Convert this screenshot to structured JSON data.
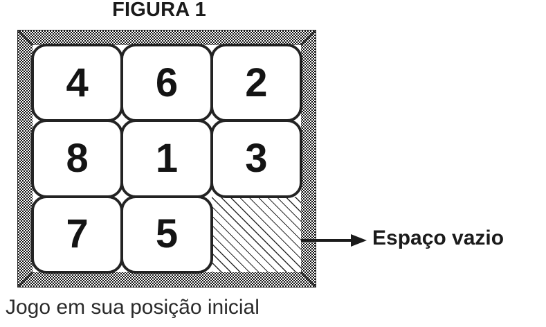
{
  "figure": {
    "title": "FIGURA 1",
    "caption": "Jogo em sua posição inicial"
  },
  "puzzle": {
    "rows": 3,
    "columns": 3,
    "tiles": [
      {
        "label": "4",
        "empty": false
      },
      {
        "label": "6",
        "empty": false
      },
      {
        "label": "2",
        "empty": false
      },
      {
        "label": "8",
        "empty": false
      },
      {
        "label": "1",
        "empty": false
      },
      {
        "label": "3",
        "empty": false
      },
      {
        "label": "7",
        "empty": false
      },
      {
        "label": "5",
        "empty": false
      },
      {
        "label": "",
        "empty": true
      }
    ]
  },
  "annotation": {
    "empty_space_label": "Espaço vazio",
    "arrow_direction": "right"
  },
  "colors": {
    "ink": "#1b1b1b",
    "tile_border": "#232323",
    "tile_fill": "#ffffff",
    "frame_pattern": "#111111",
    "hatch": "#2a2a2a",
    "background": "#ffffff"
  }
}
